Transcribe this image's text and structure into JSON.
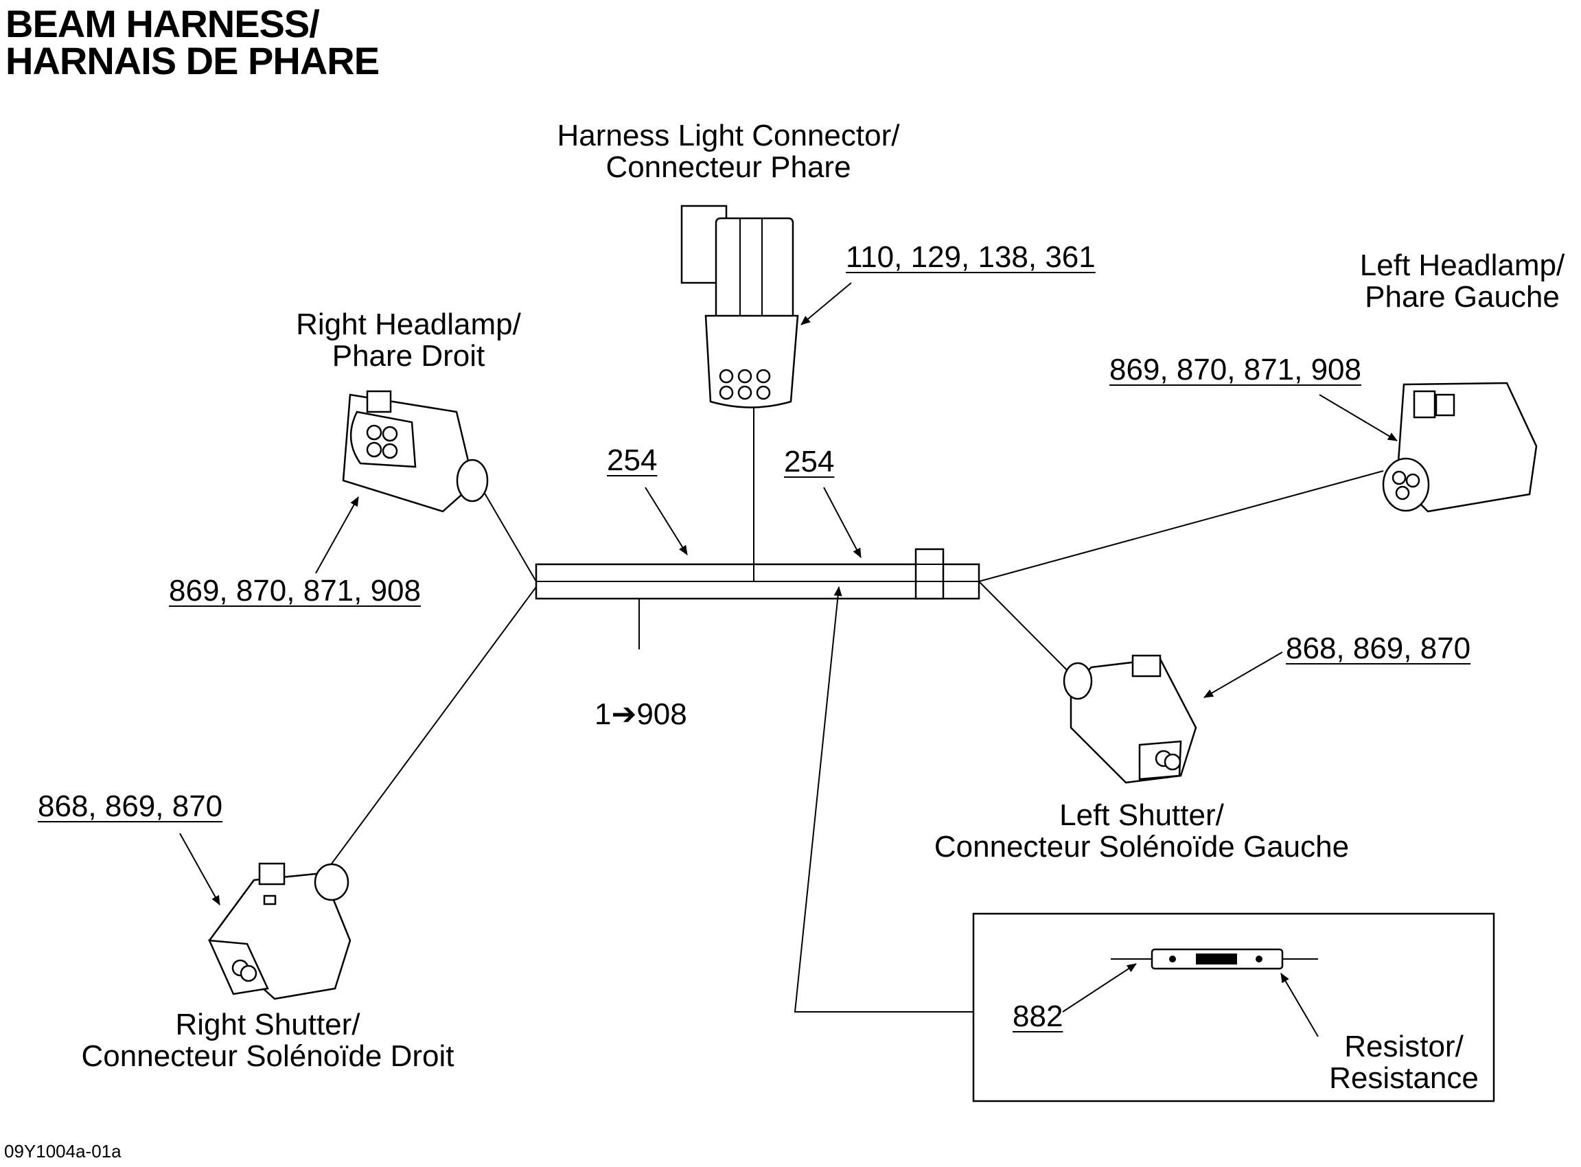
{
  "title": {
    "line1": "BEAM HARNESS/",
    "line2": "HARNAIS DE PHARE"
  },
  "labels": {
    "harness_light": {
      "line1": "Harness Light Connector/",
      "line2": "Connecteur Phare"
    },
    "right_headlamp": {
      "line1": "Right Headlamp/",
      "line2": "Phare Droit"
    },
    "left_headlamp": {
      "line1": "Left Headlamp/",
      "line2": "Phare Gauche"
    },
    "left_shutter": {
      "line1": "Left Shutter/",
      "line2": "Connecteur Solénoïde Gauche"
    },
    "right_shutter": {
      "line1": "Right Shutter/",
      "line2": "Connecteur Solénoïde Droit"
    },
    "resistor": {
      "line1": "Resistor/",
      "line2": "Resistance"
    }
  },
  "refs": {
    "harness_light_parts": "110, 129, 138, 361",
    "left_headlamp_parts": "869, 870, 871, 908",
    "right_headlamp_parts": "869, 870, 871, 908",
    "left_shutter_parts": "868, 869, 870",
    "right_shutter_parts": "868, 869, 870",
    "harness_left": "254",
    "harness_right": "254",
    "harness_main": "1➔908",
    "resistor_part": "882"
  },
  "drawing_code": "09Y1004a-01a"
}
